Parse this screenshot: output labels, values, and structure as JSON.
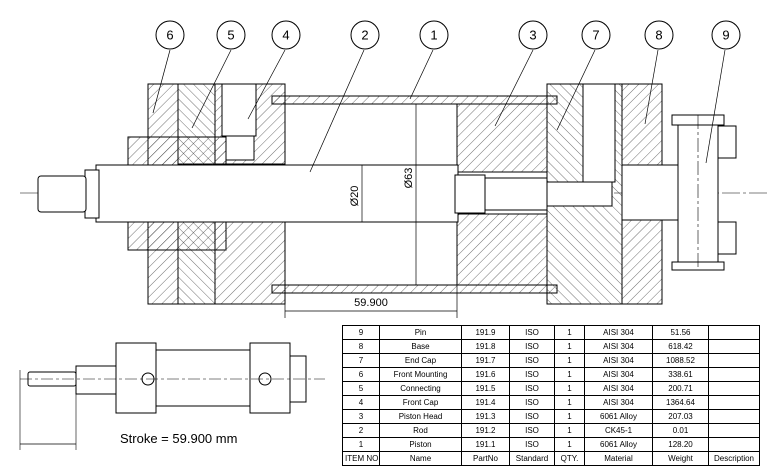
{
  "balloons": [
    "6",
    "5",
    "4",
    "2",
    "1",
    "3",
    "7",
    "8",
    "9"
  ],
  "dimensions": {
    "rod_diameter": "Ø20",
    "bore_diameter": "Ø63",
    "stroke_length": "59.900"
  },
  "stroke_caption": "Stroke = 59.900 mm",
  "bom": {
    "header": [
      "ITEM NO.",
      "Name",
      "PartNo",
      "Standard",
      "QTY.",
      "Material",
      "Weight",
      "Description"
    ],
    "rows": [
      [
        "9",
        "Pin",
        "191.9",
        "ISO",
        "1",
        "AISI 304",
        "51.56",
        ""
      ],
      [
        "8",
        "Base",
        "191.8",
        "ISO",
        "1",
        "AISI 304",
        "618.42",
        ""
      ],
      [
        "7",
        "End Cap",
        "191.7",
        "ISO",
        "1",
        "AISI 304",
        "1088.52",
        ""
      ],
      [
        "6",
        "Front Mounting",
        "191.6",
        "ISO",
        "1",
        "AISI 304",
        "338.61",
        ""
      ],
      [
        "5",
        "Connecting",
        "191.5",
        "ISO",
        "1",
        "AISI 304",
        "200.71",
        ""
      ],
      [
        "4",
        "Front Cap",
        "191.4",
        "ISO",
        "1",
        "AISI 304",
        "1364.64",
        ""
      ],
      [
        "3",
        "Piston Head",
        "191.3",
        "ISO",
        "1",
        "6061 Alloy",
        "207.03",
        ""
      ],
      [
        "2",
        "Rod",
        "191.2",
        "ISO",
        "1",
        "CK45-1",
        "0.01",
        ""
      ],
      [
        "1",
        "Piston",
        "191.1",
        "ISO",
        "1",
        "6061 Alloy",
        "128.20",
        ""
      ]
    ]
  }
}
